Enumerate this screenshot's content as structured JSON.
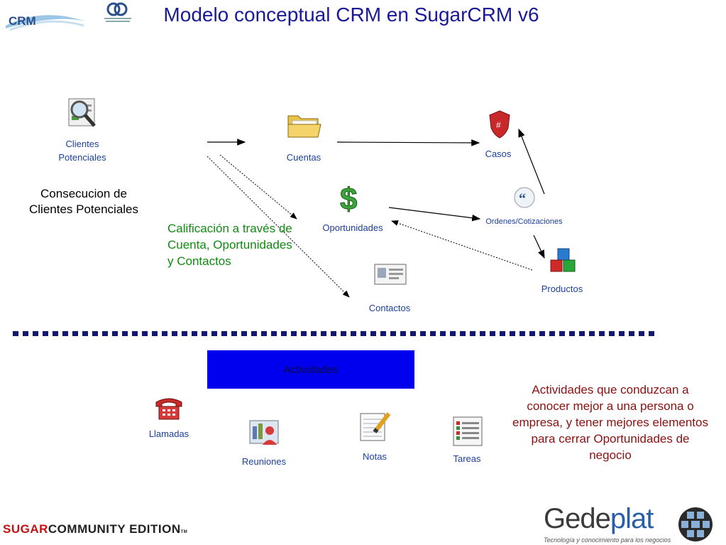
{
  "title": "Modelo conceptual CRM en SugarCRM v6",
  "logos": {
    "crm": "CRM",
    "sugar_brand": "SUGAR",
    "sugar_edition": "COMMUNITY EDITION",
    "sugar_tm": "TM",
    "gedeplat_prefix": "Gede",
    "gedeplat_suffix": "plat",
    "gedeplat_tagline": "Tecnología y conocimiento para los negocios"
  },
  "modules": {
    "clientes_potenciales": "Clientes Potenciales",
    "cuentas": "Cuentas",
    "casos": "Casos",
    "oportunidades": "Oportunidades",
    "ordenes": "Ordenes/Cotizaciones",
    "productos": "Productos",
    "contactos": "Contactos"
  },
  "notes": {
    "consecucion": "Consecucion de Clientes Potenciales",
    "calificacion": "Calificación a través de Cuenta, Oportunidades y Contactos",
    "actividades_desc": "Actividades que conduzcan a conocer mejor a una persona o empresa, y tener mejores elementos para cerrar Oportunidades de negocio"
  },
  "activities": {
    "header": "Actividades",
    "llamadas": "Llamadas",
    "reuniones": "Reuniones",
    "notas": "Notas",
    "tareas": "Tareas"
  },
  "colors": {
    "title": "#1a1a99",
    "module_label": "#1c3f9e",
    "green_note": "#118a11",
    "red_note": "#8b1010",
    "activity_bar": "#0000ee"
  }
}
